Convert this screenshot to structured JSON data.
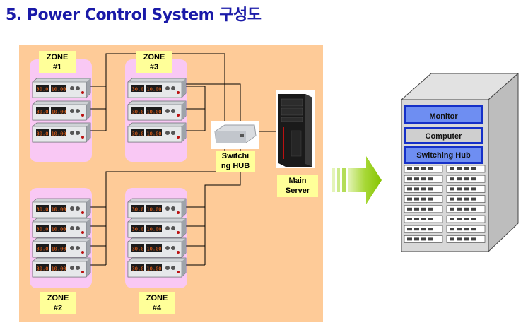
{
  "title": "5. Power Control System 구성도",
  "zones": [
    {
      "id": "z1",
      "label": "ZONE\n#1"
    },
    {
      "id": "z3",
      "label": "ZONE\n#3"
    },
    {
      "id": "z2",
      "label": "ZONE\n#2"
    },
    {
      "id": "z4",
      "label": "ZONE\n#4"
    }
  ],
  "psu_display": {
    "voltage": "30.0",
    "current": "10.00"
  },
  "hub_label": "Switchi\nng HUB",
  "server_label": "Main\nServer",
  "rack": {
    "monitor": "Monitor",
    "computer": "Computer",
    "switching_hub": "Switching Hub"
  },
  "colors": {
    "panel": "#fecb98",
    "zone": "#f9c8f4",
    "label": "#ffff99",
    "arrow": "#88c800",
    "rack_blue": "#6e8ef2"
  }
}
